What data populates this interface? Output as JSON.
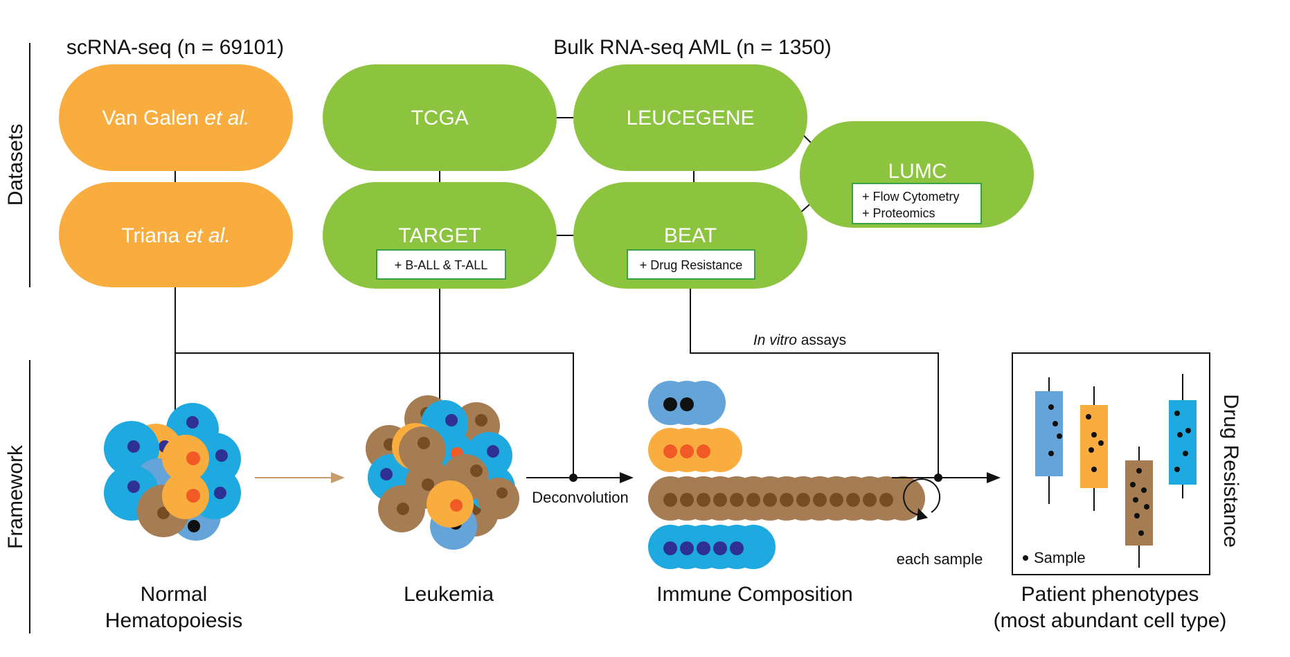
{
  "labels": {
    "scrna_header": "scRNA-seq (n = 69101)",
    "bulk_header": "Bulk RNA-seq AML (n = 1350)",
    "side_datasets": "Datasets",
    "side_framework": "Framework",
    "side_drug_resistance": "Drug Resistance",
    "in_vitro_italic": "In vitro",
    "in_vitro_rest": " assays",
    "deconvolution": "Deconvolution",
    "each_sample": "each sample",
    "sample_legend": "Sample"
  },
  "datasets": {
    "vangalen": {
      "name": "Van Galen",
      "suffix": "et al."
    },
    "triana": {
      "name": "Triana",
      "suffix": "et al."
    },
    "tcga": {
      "name": "TCGA"
    },
    "leucegene": {
      "name": "LEUCEGENE"
    },
    "target": {
      "name": "TARGET",
      "note": "+ B-ALL & T-ALL"
    },
    "beat": {
      "name": "BEAT",
      "note": "+ Drug Resistance"
    },
    "lumc": {
      "name": "LUMC",
      "note1": "+ Flow Cytometry",
      "note2": "+ Proteomics"
    }
  },
  "captions": {
    "normal_1": "Normal",
    "normal_2": "Hematopoiesis",
    "leukemia": "Leukemia",
    "immune": "Immune Composition",
    "patient_1": "Patient phenotypes",
    "patient_2": "(most abundant cell type)"
  },
  "colors": {
    "orange": "#f9ad3f",
    "green": "#8cc43f",
    "blue": "#1fa9e1",
    "lightblue": "#64a4d9",
    "brown": "#a67c52",
    "darkblue": "#2e3192",
    "red": "#f15a24",
    "darkbrown": "#754c24",
    "black": "#111111",
    "darkgreen": "#39a046",
    "arrowbrown": "#c69c6d"
  }
}
